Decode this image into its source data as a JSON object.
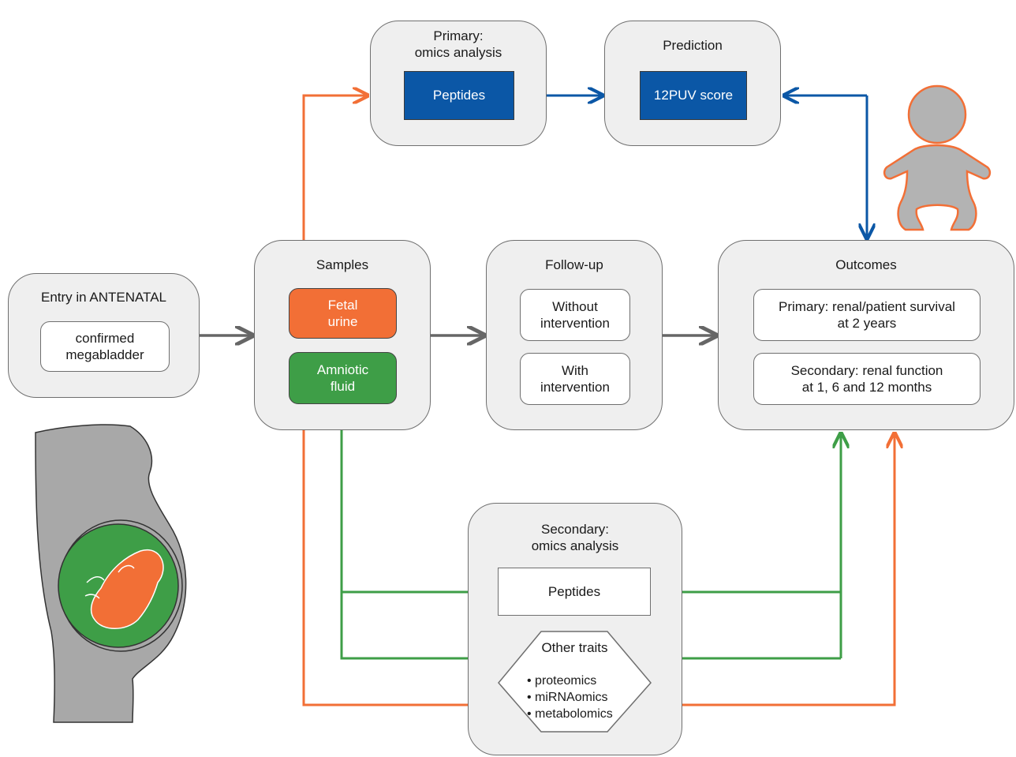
{
  "entry": {
    "title": "Entry in ANTENATAL",
    "item": "confirmed\nmegabladder"
  },
  "samples": {
    "title": "Samples",
    "fetal": "Fetal\nurine",
    "amniotic": "Amniotic\nfluid"
  },
  "followup": {
    "title": "Follow-up",
    "without": "Without\nintervention",
    "with": "With\nintervention"
  },
  "outcomes": {
    "title": "Outcomes",
    "primary": "Primary: renal/patient survival\nat 2 years",
    "secondary": "Secondary: renal function\nat 1, 6 and 12 months"
  },
  "primary_omics": {
    "title": "Primary:\nomics analysis",
    "item": "Peptides"
  },
  "prediction": {
    "title": "Prediction",
    "item": "12PUV score"
  },
  "secondary_omics": {
    "title": "Secondary:\nomics analysis",
    "peptides": "Peptides",
    "other_title": "Other traits",
    "other_items": [
      "proteomics",
      "miRNAomics",
      "metabolomics"
    ]
  },
  "colors": {
    "orange": "#f26f36",
    "green": "#3e9e47",
    "blue": "#0b57a6",
    "gray_arrow": "#666666",
    "box_fill": "#efefef",
    "figure_gray": "#a8a8a8"
  },
  "icons": [
    "pregnant-woman-illustration",
    "baby-icon"
  ]
}
